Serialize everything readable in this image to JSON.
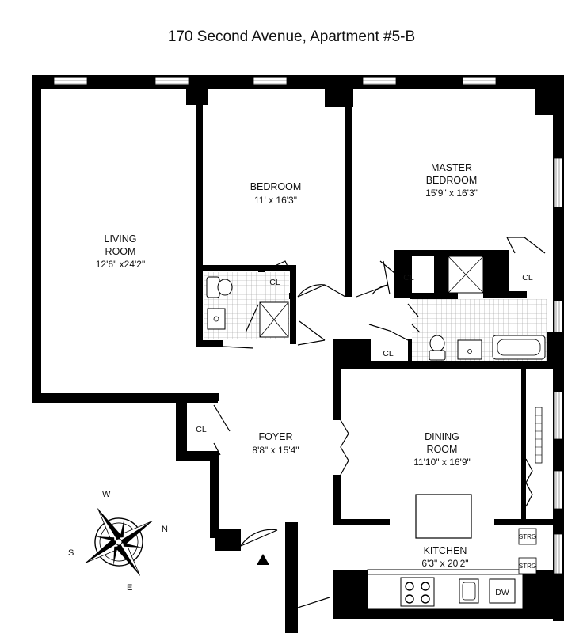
{
  "title": "170 Second Avenue, Apartment #5-B",
  "rooms": {
    "living": {
      "name1": "LIVING",
      "name2": "ROOM",
      "dim": "12'6\" x24'2\""
    },
    "bedroom": {
      "name": "BEDROOM",
      "dim": "11' x 16'3\""
    },
    "master": {
      "name1": "MASTER",
      "name2": "BEDROOM",
      "dim": "15'9\" x 16'3\""
    },
    "foyer": {
      "name": "FOYER",
      "dim": "8'8\" x 15'4\""
    },
    "dining": {
      "name1": "DINING",
      "name2": "ROOM",
      "dim": "11'10\" x 16'9\""
    },
    "kitchen": {
      "name": "KITCHEN",
      "dim": "6'3\" x 20'2\""
    }
  },
  "closets": {
    "cl1": "CL",
    "cl2": "CL",
    "cl3": "CL",
    "cl4": "CL",
    "cl5": "CL"
  },
  "fixtures": {
    "strg1": "STRG",
    "strg2": "STRG",
    "dw": "DW"
  },
  "compass": {
    "w": "W",
    "n": "N",
    "e": "E",
    "s": "S"
  }
}
